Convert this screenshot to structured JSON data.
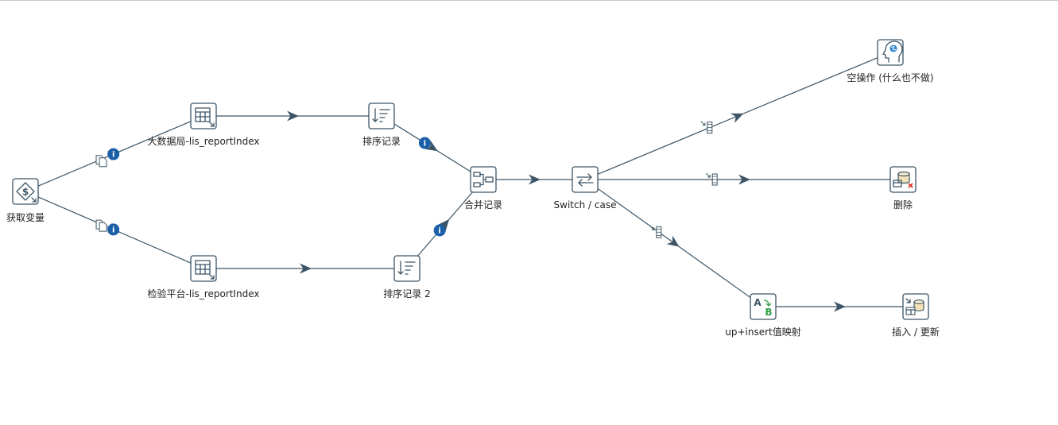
{
  "nodes": [
    {
      "id": "get_vars",
      "label": "获取变量",
      "icon": "get-variables-icon"
    },
    {
      "id": "bigdata_table",
      "label": "大数据局-lis_reportIndex",
      "icon": "table-input-icon"
    },
    {
      "id": "lab_table",
      "label": "检验平台-lis_reportIndex",
      "icon": "table-input-icon"
    },
    {
      "id": "sort1",
      "label": "排序记录",
      "icon": "sort-rows-icon"
    },
    {
      "id": "sort2",
      "label": "排序记录 2",
      "icon": "sort-rows-icon"
    },
    {
      "id": "merge",
      "label": "合并记录",
      "icon": "merge-rows-icon"
    },
    {
      "id": "switch",
      "label": "Switch / case",
      "icon": "switch-case-icon"
    },
    {
      "id": "dummy",
      "label": "空操作 (什么也不做)",
      "icon": "dummy-icon"
    },
    {
      "id": "delete",
      "label": "删除",
      "icon": "delete-icon"
    },
    {
      "id": "valuemap",
      "label": "up+insert值映射",
      "icon": "value-mapper-icon"
    },
    {
      "id": "upsert",
      "label": "插入 / 更新",
      "icon": "insert-update-icon"
    }
  ],
  "hops": [
    {
      "from": "get_vars",
      "to": "bigdata_table",
      "badges": [
        "copy",
        "info"
      ]
    },
    {
      "from": "get_vars",
      "to": "lab_table",
      "badges": [
        "copy",
        "info"
      ]
    },
    {
      "from": "bigdata_table",
      "to": "sort1",
      "badges": []
    },
    {
      "from": "lab_table",
      "to": "sort2",
      "badges": []
    },
    {
      "from": "sort1",
      "to": "merge",
      "badges": [
        "info"
      ]
    },
    {
      "from": "sort2",
      "to": "merge",
      "badges": [
        "info"
      ]
    },
    {
      "from": "merge",
      "to": "switch",
      "badges": []
    },
    {
      "from": "switch",
      "to": "dummy",
      "badges": [
        "case"
      ]
    },
    {
      "from": "switch",
      "to": "delete",
      "badges": [
        "case"
      ]
    },
    {
      "from": "switch",
      "to": "valuemap",
      "badges": [
        "case"
      ]
    },
    {
      "from": "valuemap",
      "to": "upsert",
      "badges": []
    }
  ],
  "colors": {
    "node_border": "#3d5566",
    "hop_line": "#3d5566",
    "info_badge": "#1a5fa8",
    "delete_accent": "#d93025",
    "mapper_accent": "#2e9e44",
    "dummy_globe": "#2a7fc8"
  }
}
